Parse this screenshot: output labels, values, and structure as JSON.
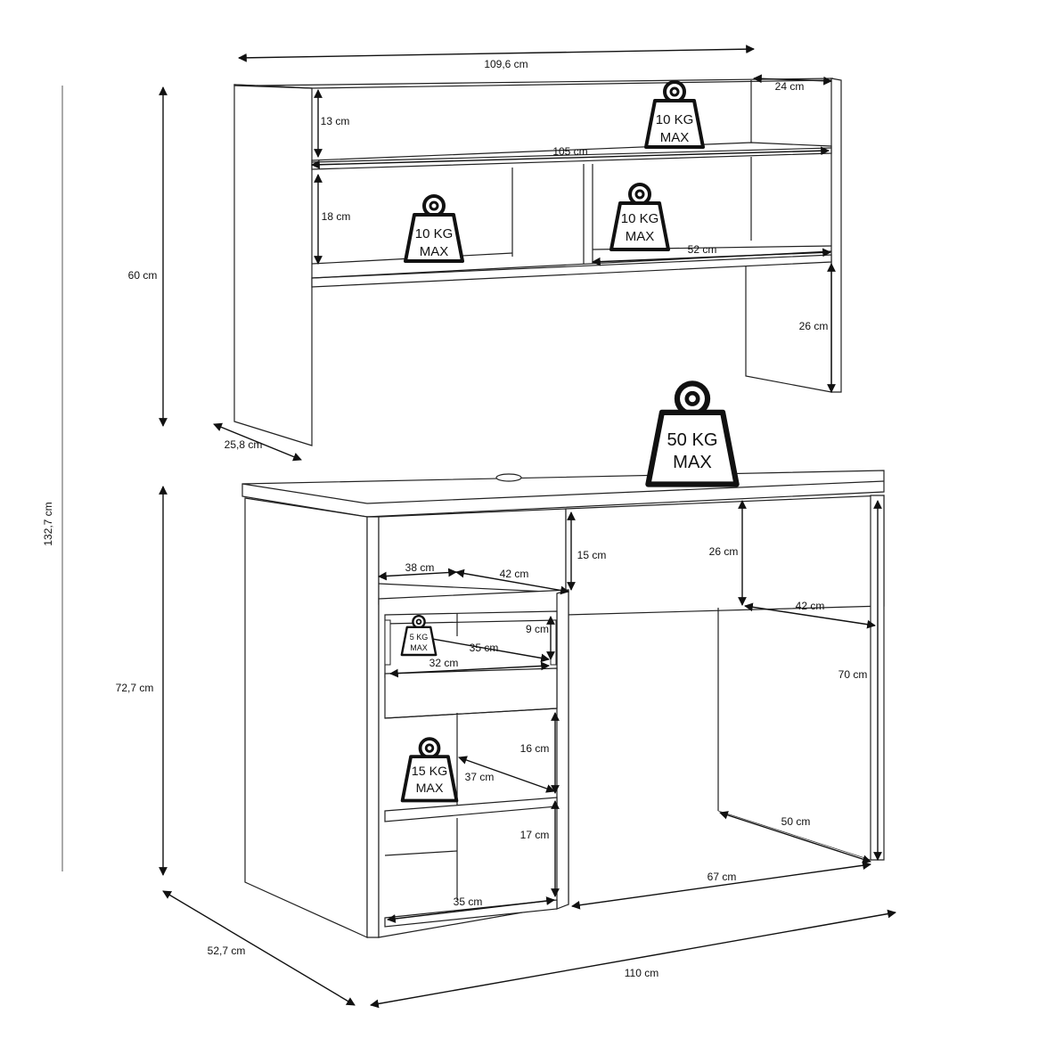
{
  "dimensions": {
    "hutch_width": "109,6 cm",
    "hutch_depth": "24 cm",
    "hutch_top_gap": "13 cm",
    "hutch_inner_width": "105 cm",
    "hutch_mid_gap": "18 cm",
    "hutch_half_width": "52 cm",
    "hutch_leg_height": "26 cm",
    "hutch_height": "60 cm",
    "hutch_side_depth": "25,8 cm",
    "total_height": "132,7 cm",
    "desk_height": "72,7 cm",
    "desk_depth": "52,7 cm",
    "desk_width": "110 cm",
    "drawer_front_height": "15 cm",
    "drawer_width": "38 cm",
    "drawer_depth": "42 cm",
    "knee_top_height": "26 cm",
    "knee_depth_top": "42 cm",
    "drawer_inner_height": "9 cm",
    "drawer_inner_depth": "35 cm",
    "drawer_inner_width": "32 cm",
    "leg_height": "70 cm",
    "shelf1_height": "16 cm",
    "shelf1_depth": "37 cm",
    "shelf2_height": "17 cm",
    "shelf2_depth": "35 cm",
    "knee_depth_bottom": "50 cm",
    "knee_width": "67 cm"
  },
  "weights": {
    "hutch_top": [
      "10 KG",
      "MAX"
    ],
    "hutch_left": [
      "10 KG",
      "MAX"
    ],
    "hutch_right": [
      "10 KG",
      "MAX"
    ],
    "desk_top": [
      "50 KG",
      "MAX"
    ],
    "drawer": [
      "5 KG",
      "MAX"
    ],
    "shelf": [
      "15 KG",
      "MAX"
    ]
  },
  "icons": {
    "weight": "weight-icon"
  }
}
